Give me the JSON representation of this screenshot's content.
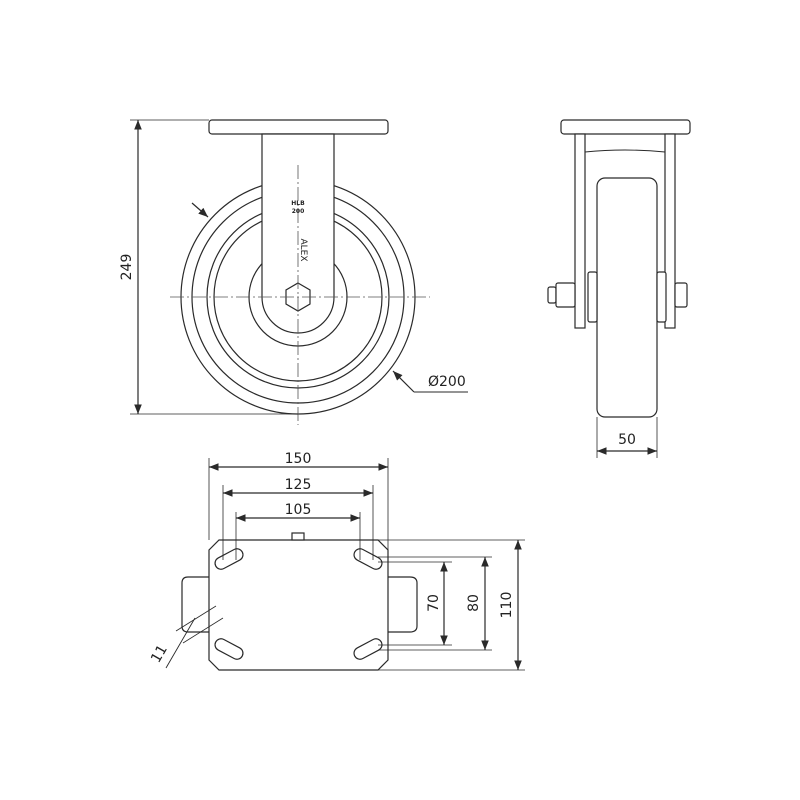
{
  "drawing": {
    "front_view": {
      "height_label": "249",
      "diameter_label": "Ø200",
      "plate_marking_1": "HLB",
      "plate_marking_2": "200",
      "brand_mark": "ALEX"
    },
    "side_view": {
      "width_label": "50"
    },
    "top_plate": {
      "width_outer_label": "150",
      "hole_spacing_x_label": "125",
      "hole_spacing_x_inner_label": "105",
      "hole_spacing_y_label": "70",
      "hole_spacing_y_outer_label": "80",
      "depth_label": "110",
      "slot_width_label": "11"
    },
    "colors": {
      "line": "#2a2a2a",
      "centerline": "#555555",
      "background": "#ffffff"
    }
  }
}
